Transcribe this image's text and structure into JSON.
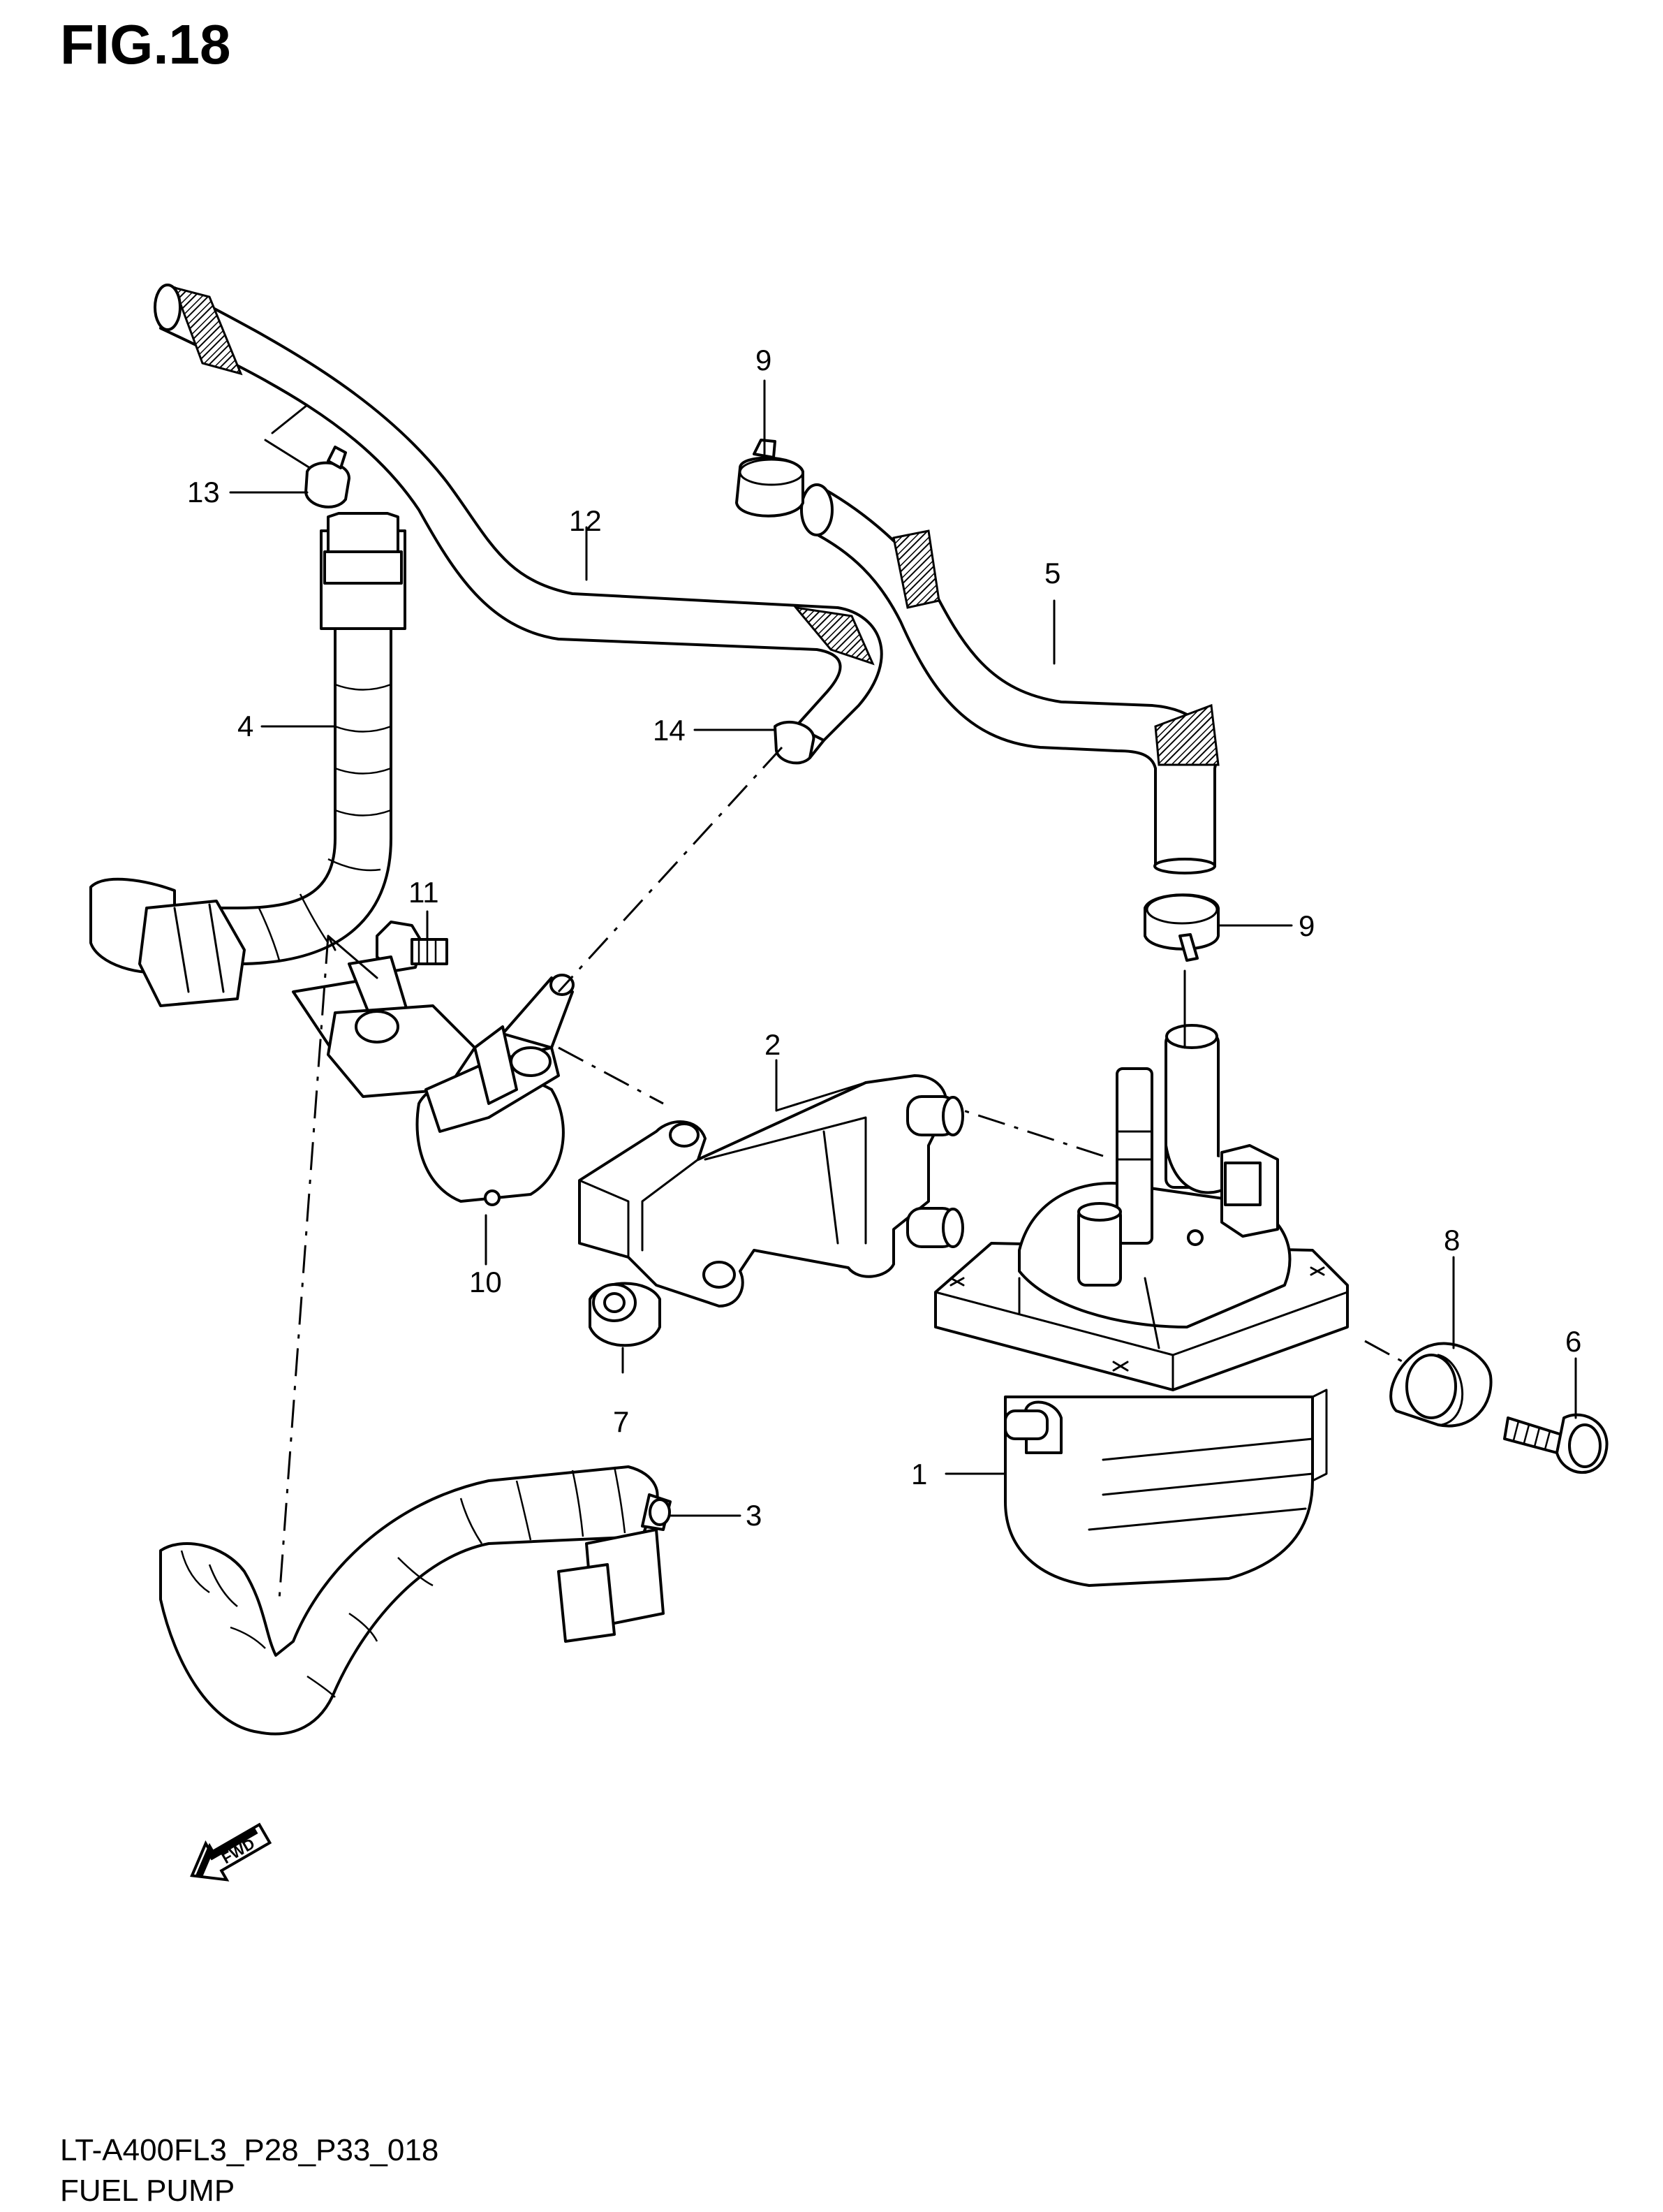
{
  "figure": {
    "title": "FIG.18"
  },
  "footer": {
    "code": "LT-A400FL3_P28_P33_018",
    "name": "FUEL PUMP"
  },
  "fwd_arrow": {
    "text": "FWD",
    "icon": "forward-arrow-icon"
  },
  "callouts": [
    "1",
    "2",
    "3",
    "4",
    "5",
    "6",
    "7",
    "8",
    "9",
    "9",
    "10",
    "11",
    "12",
    "13",
    "14"
  ]
}
